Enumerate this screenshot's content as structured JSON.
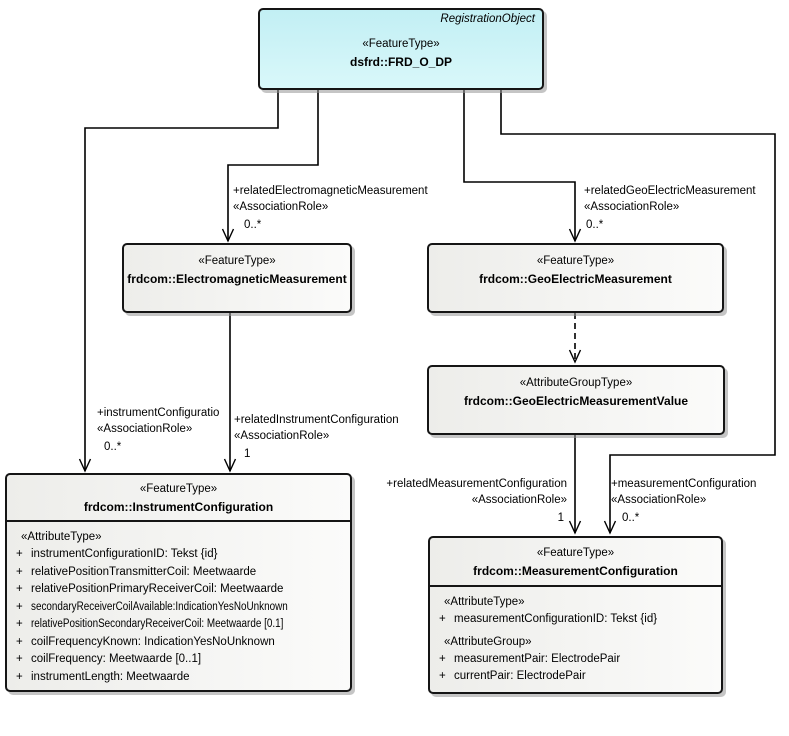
{
  "nodes": {
    "frd": {
      "tag": "RegistrationObject",
      "stereotype": "«FeatureType»",
      "name": "dsfrd::FRD_O_DP"
    },
    "em": {
      "stereotype": "«FeatureType»",
      "name": "frdcom::ElectromagneticMeasurement"
    },
    "geo": {
      "stereotype": "«FeatureType»",
      "name": "frdcom::GeoElectricMeasurement"
    },
    "geoval": {
      "stereotype": "«AttributeGroupType»",
      "name": "frdcom::GeoElectricMeasurementValue"
    },
    "instr": {
      "stereotype": "«FeatureType»",
      "name": "frdcom::InstrumentConfiguration",
      "section1": {
        "header": "«AttributeType»"
      },
      "attrs": [
        {
          "vis": "+",
          "text": "instrumentConfigurationID: Tekst {id}"
        },
        {
          "vis": "+",
          "text": "relativePositionTransmitterCoil: Meetwaarde"
        },
        {
          "vis": "+",
          "text": "relativePositionPrimaryReceiverCoil: Meetwaarde"
        },
        {
          "vis": "+",
          "text": "secondaryReceiverCoilAvailable:IndicationYesNoUnknown"
        },
        {
          "vis": "+",
          "text": "relativePositionSecondaryReceiverCoil: Meetwaarde [0.1]"
        },
        {
          "vis": "+",
          "text": "coilFrequencyKnown: IndicationYesNoUnknown"
        },
        {
          "vis": "+",
          "text": "coilFrequency: Meetwaarde [0..1]"
        },
        {
          "vis": "+",
          "text": "instrumentLength: Meetwaarde"
        }
      ]
    },
    "meas": {
      "stereotype": "«FeatureType»",
      "name": "frdcom::MeasurementConfiguration",
      "section1": {
        "header": "«AttributeType»",
        "attrs": [
          {
            "vis": "+",
            "text": "measurementConfigurationID: Tekst {id}"
          }
        ]
      },
      "section2": {
        "header": "«AttributeGroup»",
        "attrs": [
          {
            "vis": "+",
            "text": "measurementPair: ElectrodePair"
          },
          {
            "vis": "+",
            "text": "currentPair: ElectrodePair"
          }
        ]
      }
    }
  },
  "edges": {
    "rel_em": {
      "role": "+relatedElectromagneticMeasurement",
      "stereotype": "«AssociationRole»",
      "multiplicity": "0..*"
    },
    "rel_geo": {
      "role": "+relatedGeoElectricMeasurement",
      "stereotype": "«AssociationRole»",
      "multiplicity": "0..*"
    },
    "instr_conf": {
      "role": "+instrumentConfiguratio",
      "stereotype": "«AssociationRole»",
      "multiplicity": "0..*"
    },
    "rel_instr": {
      "role": "+relatedInstrumentConfiguration",
      "stereotype": "«AssociationRole»",
      "multiplicity": "1"
    },
    "rel_meas": {
      "role": "+relatedMeasurementConfiguration",
      "stereotype": "«AssociationRole»",
      "multiplicity": "1"
    },
    "meas_conf": {
      "role": "+measurementConfiguration",
      "stereotype": "«AssociationRole»",
      "multiplicity": "0..*"
    }
  },
  "colors": {
    "accent_fill": "#cdf4f7",
    "node_fill": "#f2f2ef",
    "border": "#151515",
    "line": "#000000",
    "shadow": "#969696"
  }
}
